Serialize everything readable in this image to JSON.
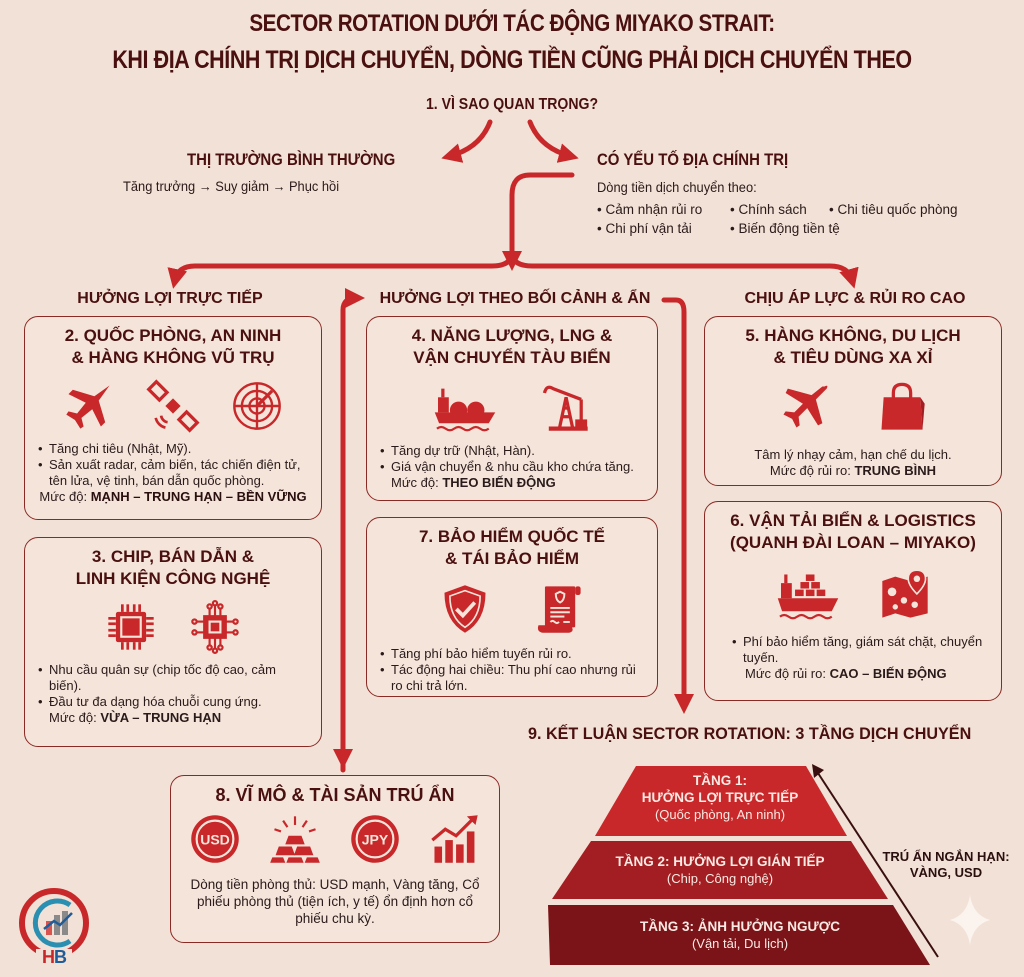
{
  "header": {
    "title_line1": "SECTOR ROTATION DƯỚI TÁC ĐỘNG MIYAKO STRAIT:",
    "title_line2": "KHI ĐỊA CHÍNH TRỊ DỊCH CHUYỂN, DÒNG TIỀN CŨNG PHẢI DỊCH CHUYỂN THEO"
  },
  "section1": {
    "title": "1. VÌ SAO QUAN TRỌNG?",
    "normal_market": {
      "title": "THỊ TRƯỜNG BÌNH THƯỜNG",
      "cycle": "Tăng trưởng  →  Suy giảm  →  Phục hồi"
    },
    "geopolitical": {
      "title": "CÓ YẾU TỐ ĐỊA CHÍNH TRỊ",
      "intro": "Dòng tiền dịch chuyển theo:",
      "factors": [
        "• Cảm nhận rủi ro",
        "• Chính sách",
        "• Chi tiêu quốc phòng",
        "• Chi phí vận tải",
        "• Biến động tiền tệ"
      ]
    }
  },
  "columns": {
    "direct": "HƯỞNG LỢI TRỰC TIẾP",
    "context": "HƯỞNG LỢI THEO BỐI CẢNH & ẨN",
    "pressure": "CHỊU ÁP LỰC & RỦI RO CAO"
  },
  "cards": {
    "defense": {
      "title_l1": "2. QUỐC PHÒNG, AN NINH",
      "title_l2": "& HÀNG KHÔNG VŨ TRỤ",
      "icons": [
        "fighter-jet-icon",
        "satellite-icon",
        "radar-icon"
      ],
      "bullets": [
        "Tăng chi tiêu (Nhật, Mỹ).",
        "Sản xuất radar, cảm biến, tác chiến điện tử, tên lửa, vệ tinh, bán dẫn quốc phòng."
      ],
      "level_label": "Mức độ: ",
      "level_value": "MẠNH – TRUNG HẠN – BỀN VỮNG"
    },
    "chips": {
      "title_l1": "3. CHIP, BÁN DẪN &",
      "title_l2": "LINH KIỆN CÔNG NGHỆ",
      "icons": [
        "cpu-chip-icon",
        "circuit-chip-icon"
      ],
      "bullets": [
        "Nhu cầu quân sự (chip tốc độ cao, cảm biến).",
        "Đầu tư đa dạng hóa chuỗi cung ứng."
      ],
      "level_label": "Mức độ: ",
      "level_value": "VỪA – TRUNG HẠN"
    },
    "energy": {
      "title_l1": "4. NĂNG LƯỢNG, LNG &",
      "title_l2": "VẬN CHUYỂN TÀU BIỂN",
      "icons": [
        "lng-tanker-icon",
        "oil-pump-icon"
      ],
      "bullets": [
        "Tăng dự trữ (Nhật, Hàn).",
        "Giá vận chuyển & nhu cầu kho chứa tăng."
      ],
      "level_label": "Mức độ: ",
      "level_value": "THEO BIẾN ĐỘNG"
    },
    "aviation": {
      "title_l1": "5. HÀNG KHÔNG, DU LỊCH",
      "title_l2": "& TIÊU DÙNG XA XỈ",
      "icons": [
        "airplane-icon",
        "shopping-bag-icon"
      ],
      "text": "Tâm lý nhạy cảm, hạn chế du lịch.",
      "level_label": "Mức độ rủi ro: ",
      "level_value": "TRUNG BÌNH"
    },
    "shipping": {
      "title_l1": "6. VẬN TẢI BIỂN & LOGISTICS",
      "title_l2": "(QUANH ĐÀI LOAN – MIYAKO)",
      "icons": [
        "container-ship-icon",
        "map-pin-icon"
      ],
      "bullets": [
        "Phí bảo hiểm tăng, giám sát chặt, chuyển tuyến."
      ],
      "level_label": "Mức độ rủi ro: ",
      "level_value": "CAO – BIẾN ĐỘNG"
    },
    "insurance": {
      "title_l1": "7. BẢO HIỂM QUỐC TẾ",
      "title_l2": "& TÁI BẢO HIỂM",
      "icons": [
        "shield-check-icon",
        "policy-scroll-icon"
      ],
      "bullets": [
        "Tăng phí bảo hiểm tuyến rủi ro.",
        "Tác động hai chiều: Thu phí cao nhưng rủi ro chi trả lớn."
      ]
    },
    "macro": {
      "title": "8. VĨ MÔ & TÀI SẢN TRÚ ẨN",
      "icons": [
        "usd-coin-icon",
        "gold-bars-icon",
        "jpy-coin-icon",
        "bar-chart-up-icon"
      ],
      "usd_label": "USD",
      "jpy_label": "JPY",
      "text": "Dòng tiền phòng thủ: USD mạnh, Vàng tăng, Cổ phiếu phòng thủ (tiện ích, y tế) ổn định hơn cổ phiếu chu kỳ."
    }
  },
  "conclusion": {
    "title": "9. KẾT LUẬN SECTOR ROTATION: 3 TẦNG DỊCH CHUYỂN",
    "tiers": [
      {
        "label_l1": "TẦNG 1:",
        "label_l2": "HƯỞNG LỢI TRỰC TIẾP",
        "sub": "(Quốc phòng, An ninh)",
        "color": "#c8282a"
      },
      {
        "label_l1": "TẦNG 2: HƯỞNG LỢI GIÁN TIẾP",
        "sub": "(Chip, Công nghệ)",
        "color": "#a31e22"
      },
      {
        "label_l1": "TẦNG 3: ẢNH HƯỞNG NGƯỢC",
        "sub": "(Vận tải, Du lịch)",
        "color": "#7a1418"
      }
    ],
    "safe_haven_l1": "TRÚ ẨN NGẮN HẠN:",
    "safe_haven_l2": "VÀNG, USD"
  },
  "logo": {
    "text": "HB"
  },
  "colors": {
    "accent": "#c8282a",
    "dark_text": "#4a1010",
    "background": "#f2e1d6",
    "card_border": "#8a2a25"
  }
}
